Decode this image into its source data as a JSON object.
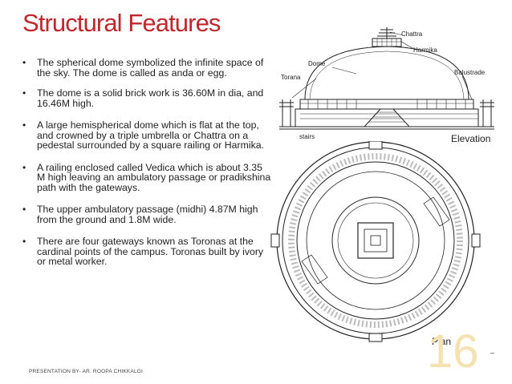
{
  "title": "Structural Features",
  "bullets": [
    "The spherical dome symbolized the infinite space of the sky. The dome is called as anda or egg.",
    "The dome is a solid brick work is 36.60M in dia, and 16.46M high.",
    "A large hemispherical dome which is flat at the top, and crowned by a triple umbrella or Chattra on a pedestal surrounded by a square railing or Harmika.",
    "A railing enclosed called Vedica which is about 3.35 M high leaving an ambulatory passage or pradikshina path with the gateways.",
    "The upper ambulatory passage (midhi) 4.87M high from the ground and 1.8M wide.",
    "There are four gateways known as Toronas at the cardinal points of the campus. Toronas built by ivory or metal worker."
  ],
  "footer": "PRESENTATION BY- AR. ROOPA CHIKKALGI",
  "slide_number": "16",
  "figure": {
    "labels": {
      "chattra": "Chattra",
      "harmika": "Harmika",
      "dome": "Dome",
      "torana": "Torana",
      "balustrade": "Balustrade",
      "stairs": "stairs"
    },
    "elevation_caption": "Elevation",
    "plan_caption": "Plan"
  }
}
